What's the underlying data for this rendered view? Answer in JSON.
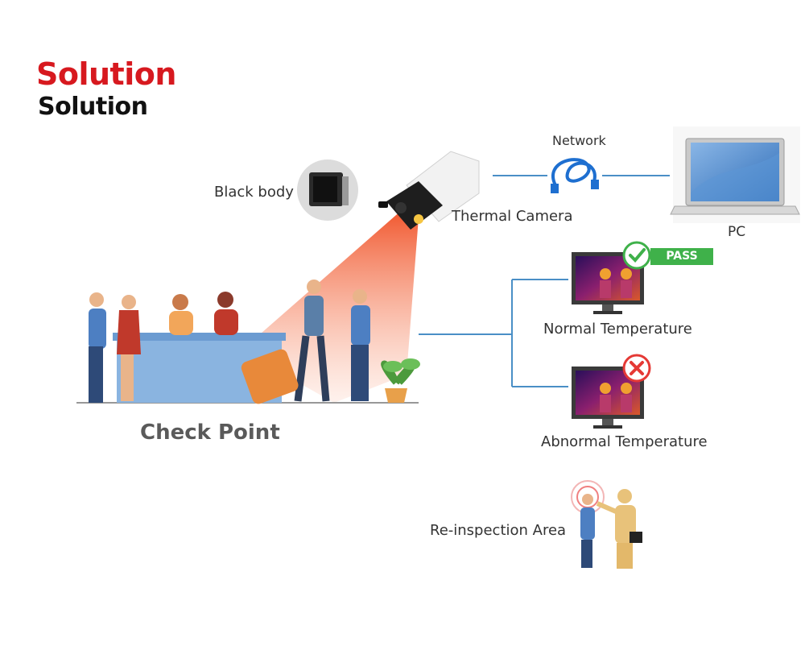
{
  "title": {
    "main": "Solution",
    "sub": "Solution"
  },
  "labels": {
    "black_body": "Black body",
    "thermal_camera": "Thermal Camera",
    "network": "Network",
    "pc": "PC",
    "check_point": "Check Point",
    "normal_temperature": "Normal Temperature",
    "abnormal_temperature": "Abnormal Temperature",
    "reinspection_area": "Re-inspection Area",
    "pass_badge": "PASS"
  },
  "colors": {
    "title_red": "#d7191f",
    "connector_blue": "#4a8fc6",
    "pass_green": "#3fb14a",
    "fail_red": "#e53935",
    "beam_orange": "#f26b3a",
    "desk_blue": "#8ab4e0"
  }
}
